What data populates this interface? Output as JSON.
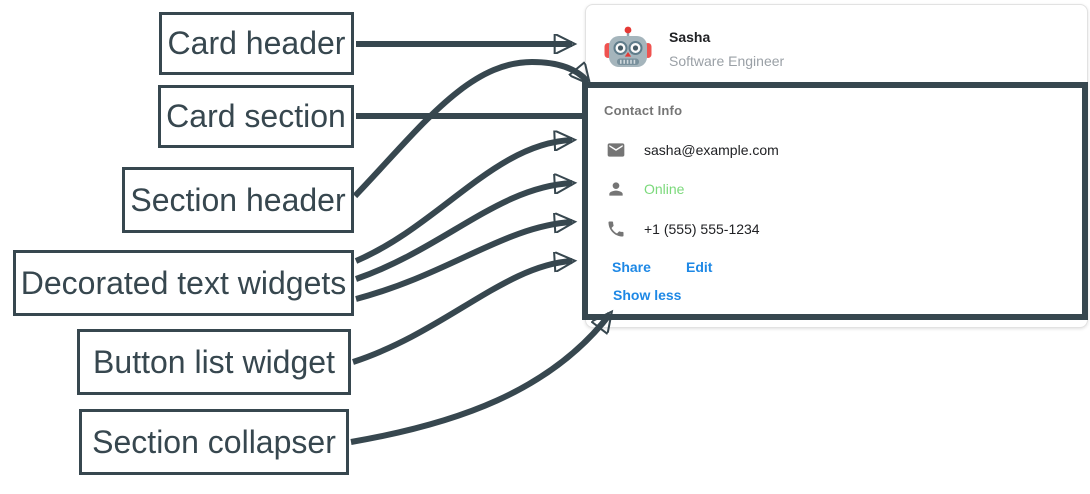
{
  "annotation": {
    "color": "#37474F",
    "labels": [
      {
        "id": "card-header",
        "text": "Card header"
      },
      {
        "id": "card-section",
        "text": "Card section"
      },
      {
        "id": "section-header",
        "text": "Section header"
      },
      {
        "id": "decorated",
        "text": "Decorated text widgets"
      },
      {
        "id": "button-list",
        "text": "Button list widget"
      },
      {
        "id": "collapser",
        "text": "Section collapser"
      }
    ]
  },
  "card": {
    "header": {
      "avatar": "robot-avatar",
      "title": "Sasha",
      "subtitle": "Software Engineer"
    },
    "section": {
      "header": "Contact Info",
      "widgets": [
        {
          "icon": "email-icon",
          "text": "sasha@example.com"
        },
        {
          "icon": "person-icon",
          "text": "Online",
          "status_color": "#7BD97B"
        },
        {
          "icon": "phone-icon",
          "text": "+1 (555) 555-1234"
        }
      ],
      "buttons": [
        {
          "label": "Share"
        },
        {
          "label": "Edit"
        }
      ],
      "collapser_label": "Show less"
    },
    "colors": {
      "link_blue": "#1E88E5",
      "online_green": "#7BD97B",
      "muted_gray": "#757575"
    }
  }
}
